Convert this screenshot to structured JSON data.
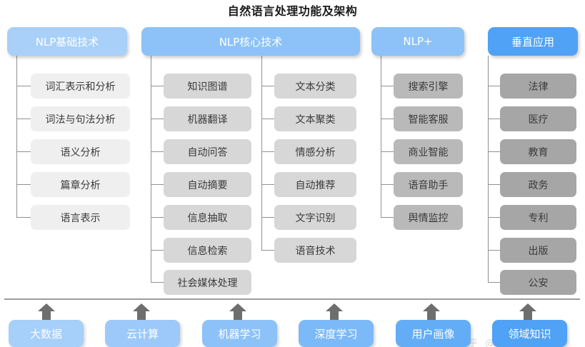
{
  "title": "自然语言处理功能及架构",
  "colors": {
    "header_light_blue": "#a8d0f8",
    "header_mid_blue": "#8cc2f7",
    "header_deep_blue": "#4fa2f5",
    "leaf_grey_1": "#efefef",
    "leaf_grey_2": "#d7d7d7",
    "leaf_grey_3": "#c9c9c9",
    "leaf_grey_4": "#b9b9b9",
    "leaf_grey_5": "#a6a6a6",
    "connector": "#8f9194",
    "arrow": "#6e6e6e",
    "title_text": "#1b1b1b"
  },
  "columns": [
    {
      "id": "nlp-basic",
      "header": "NLP基础技术",
      "items": [
        "词汇表示和分析",
        "词法与句法分析",
        "语义分析",
        "篇章分析",
        "语言表示"
      ]
    },
    {
      "id": "nlp-core",
      "header": "NLP核心技术",
      "items_left": [
        "知识图谱",
        "机器翻译",
        "自动问答",
        "自动摘要",
        "信息抽取",
        "信息检索",
        "社会媒体处理"
      ],
      "items_right": [
        "文本分类",
        "文本聚类",
        "情感分析",
        "自动推荐",
        "文字识别",
        "语音技术"
      ]
    },
    {
      "id": "nlp-plus",
      "header": "NLP+",
      "items": [
        "搜索引擎",
        "智能客服",
        "商业智能",
        "语音助手",
        "舆情监控"
      ]
    },
    {
      "id": "vertical-apps",
      "header": "垂直应用",
      "items": [
        "法律",
        "医疗",
        "教育",
        "政务",
        "专利",
        "出版",
        "公安"
      ]
    }
  ],
  "foundation": {
    "items": [
      "大数据",
      "云计算",
      "机器学习",
      "深度学习",
      "用户画像",
      "领域知识"
    ]
  },
  "watermark": "知乎 @自然语言处理"
}
